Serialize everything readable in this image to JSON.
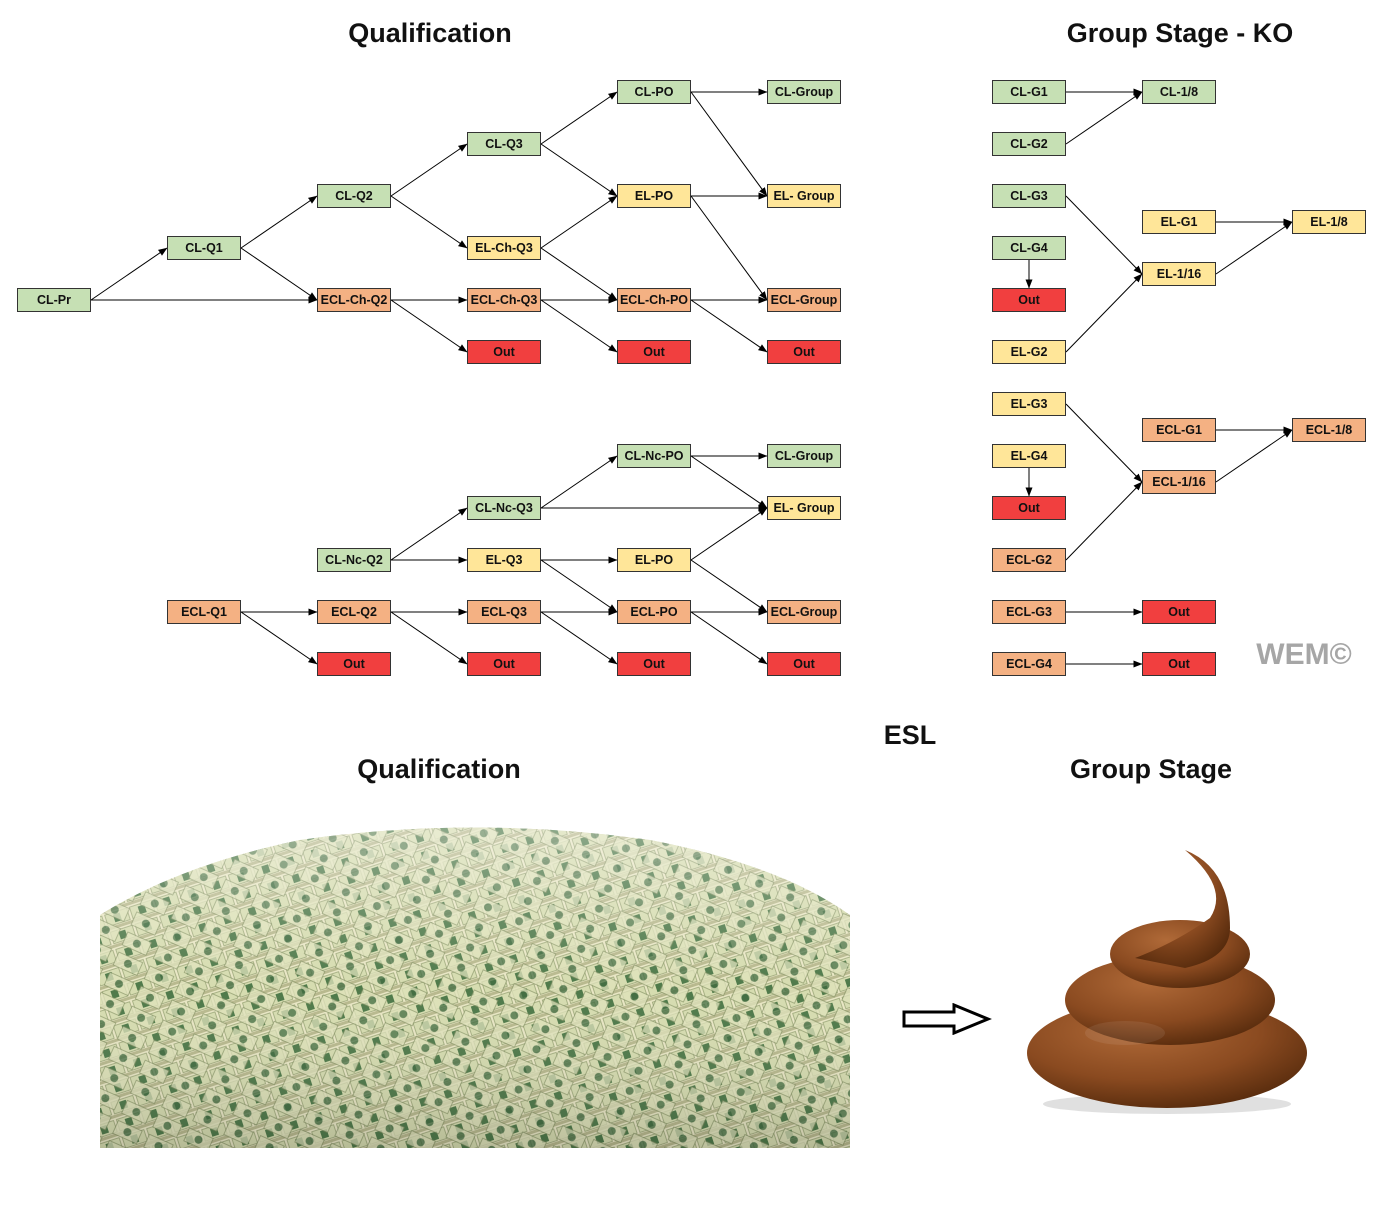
{
  "titles": {
    "qualification": "Qualification",
    "group_stage_ko": "Group Stage - KO",
    "esl": "ESL",
    "esl_qualification": "Qualification",
    "esl_group_stage": "Group Stage"
  },
  "watermark": "WEM©",
  "colors": {
    "green": "#c6e0b4",
    "yellow": "#ffe699",
    "orange": "#f4b183",
    "red": "#f13f3f"
  },
  "nodes": {
    "clpr": "CL-Pr",
    "clq1": "CL-Q1",
    "clq2": "CL-Q2",
    "clq3": "CL-Q3",
    "clpo": "CL-PO",
    "clgroup": "CL-Group",
    "elpo": "EL-PO",
    "elgroup": "EL- Group",
    "elchq3": "EL-Ch-Q3",
    "eclchq2": "ECL-Ch-Q2",
    "eclchq3": "ECL-Ch-Q3",
    "eclchpo": "ECL-Ch-PO",
    "eclgroup": "ECL-Group",
    "out1": "Out",
    "out2": "Out",
    "out3": "Out",
    "clncpo": "CL-Nc-PO",
    "clgroup2": "CL-Group",
    "clncq3": "CL-Nc-Q3",
    "elgroup2": "EL- Group",
    "clncq2": "CL-Nc-Q2",
    "elq3": "EL-Q3",
    "elpo2": "EL-PO",
    "eclq1": "ECL-Q1",
    "eclq2": "ECL-Q2",
    "eclq3": "ECL-Q3",
    "eclpo": "ECL-PO",
    "eclgroup2": "ECL-Group",
    "out4": "Out",
    "out5": "Out",
    "out6": "Out",
    "out7": "Out",
    "clg1": "CL-G1",
    "clg2": "CL-G2",
    "cl18": "CL-1/8",
    "clg3": "CL-G3",
    "clg4": "CL-G4",
    "out8": "Out",
    "elg1": "EL-G1",
    "el116": "EL-1/16",
    "el18": "EL-1/8",
    "elg2": "EL-G2",
    "elg3": "EL-G3",
    "elg4": "EL-G4",
    "out9": "Out",
    "eclg1": "ECL-G1",
    "ecl116": "ECL-1/16",
    "ecl18": "ECL-1/8",
    "eclg2": "ECL-G2",
    "eclg3": "ECL-G3",
    "out10": "Out",
    "eclg4": "ECL-G4",
    "out11": "Out"
  },
  "images": {
    "money": "money-pile-icon",
    "poop": "poop-icon",
    "arrow": "right-arrow-icon"
  }
}
